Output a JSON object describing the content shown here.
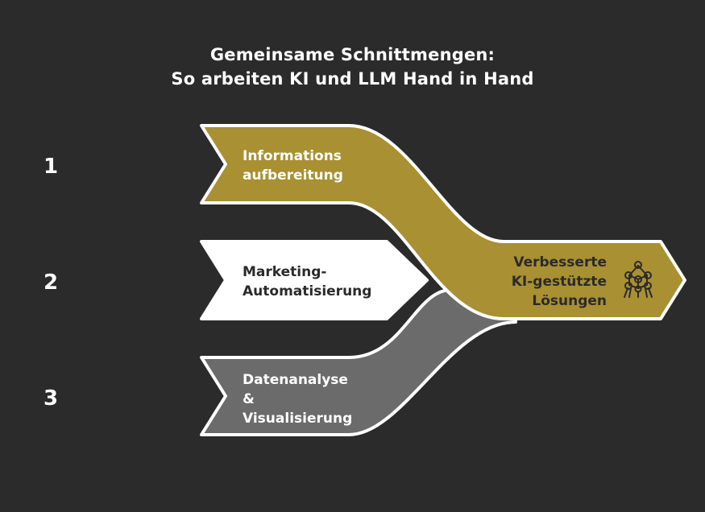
{
  "title": {
    "line1": "Gemeinsame Schnittmengen:",
    "line2": "So arbeiten KI und LLM Hand in Hand"
  },
  "steps": [
    {
      "number": "1",
      "line1": "Informations",
      "line2": "aufbereitung",
      "color": "#a89033"
    },
    {
      "number": "2",
      "line1": "Marketing-",
      "line2": "Automatisierung",
      "color": "#ffffff"
    },
    {
      "number": "3",
      "line1": "Datenanalyse",
      "line2": "&",
      "line3": "Visualisierung",
      "color": "#6b6b6b"
    }
  ],
  "result": {
    "line1": "Verbesserte",
    "line2": "KI-gestützte",
    "line3": "Lösungen",
    "color": "#a89033",
    "icon": "atomium-icon"
  },
  "colors": {
    "background": "#2b2b2b",
    "gold": "#a89033",
    "gray": "#6b6b6b",
    "white": "#ffffff"
  }
}
